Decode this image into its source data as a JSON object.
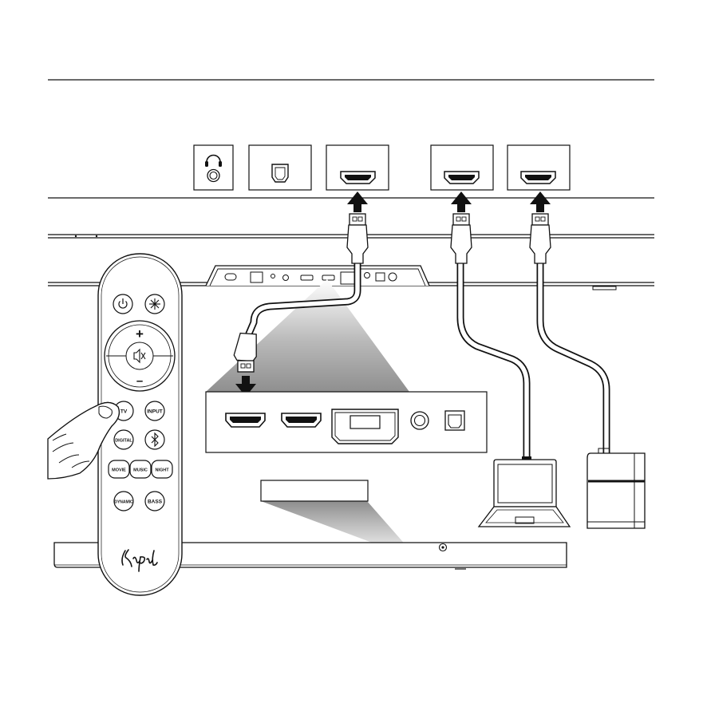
{
  "diagram": {
    "title": "",
    "tv_ports": [
      {
        "name": "headphone",
        "icon": "headphone-icon"
      },
      {
        "name": "optical",
        "icon": "optical-port-icon"
      },
      {
        "name": "hdmi-arc",
        "icon": "hdmi-port-icon"
      },
      {
        "name": "hdmi-1",
        "icon": "hdmi-port-icon"
      },
      {
        "name": "hdmi-2",
        "icon": "hdmi-port-icon"
      }
    ],
    "soundbar_panel": {
      "ports": [
        "hdmi-port-icon",
        "hdmi-port-icon",
        "usb-port-icon",
        "aux-jack-icon",
        "optical-port-icon"
      ],
      "caption": ""
    },
    "remote": {
      "brand_logo": "Klipsch",
      "buttons": [
        {
          "key": "power",
          "label": "",
          "icon": "power-icon"
        },
        {
          "key": "light",
          "label": "",
          "icon": "brightness-icon"
        },
        {
          "key": "volume_up",
          "label": "+",
          "icon": ""
        },
        {
          "key": "mute",
          "label": "",
          "icon": "mute-icon"
        },
        {
          "key": "volume_down",
          "label": "–",
          "icon": ""
        },
        {
          "key": "tv",
          "label": "TV",
          "icon": ""
        },
        {
          "key": "input",
          "label": "INPUT",
          "icon": ""
        },
        {
          "key": "digital",
          "label": "DIGITAL",
          "icon": ""
        },
        {
          "key": "bluetooth",
          "label": "",
          "icon": "bluetooth-icon"
        },
        {
          "key": "movie",
          "label": "MOVIE",
          "icon": ""
        },
        {
          "key": "music",
          "label": "MUSIC",
          "icon": ""
        },
        {
          "key": "night",
          "label": "NIGHT",
          "icon": ""
        },
        {
          "key": "dynamic",
          "label": "DYNAMIC",
          "icon": ""
        },
        {
          "key": "bass",
          "label": "BASS",
          "icon": ""
        }
      ]
    },
    "devices": [
      "laptop-icon",
      "game-console-icon"
    ],
    "colors": {
      "line": "#111111",
      "arrow": "#111111",
      "background": "#ffffff",
      "shadow": "#8f8f8f"
    }
  }
}
